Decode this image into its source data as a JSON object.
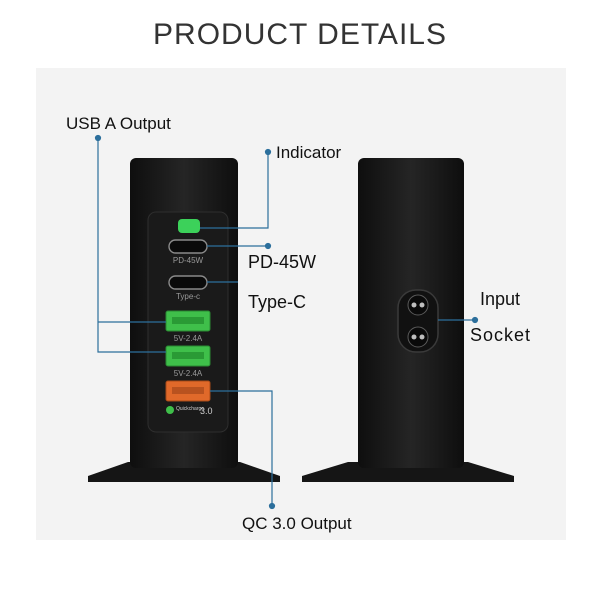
{
  "title": "PRODUCT DETAILS",
  "labels": {
    "usb_a_output": "USB A Output",
    "indicator": "Indicator",
    "pd_45w": "PD-45W",
    "type_c": "Type-C",
    "input": "Input",
    "socket": "Socket",
    "qc_output": "QC 3.0 Output"
  },
  "device_text": {
    "port1": "PD-45W",
    "port2": "Type-c",
    "port3": "5V-2.4A",
    "port4": "5V-2.4A",
    "qc_badge": "Quickcharge",
    "qc_num": "3.0"
  },
  "colors": {
    "accent_line": "#2c6f9c",
    "device_body": "#1c1c1c",
    "led": "#3cd15a",
    "usb_green": "#3fbf4a",
    "usb_orange": "#e0692a"
  }
}
